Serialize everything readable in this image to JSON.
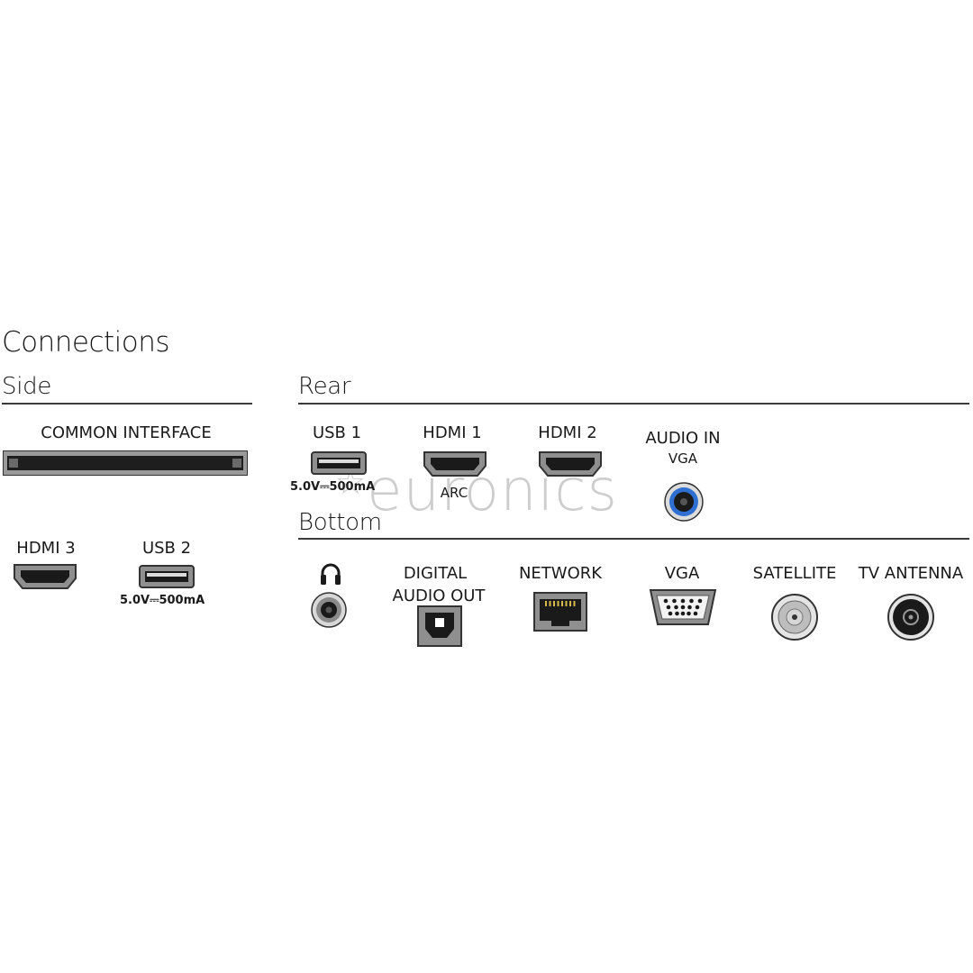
{
  "title": "Connections",
  "sections": {
    "side": "Side",
    "rear": "Rear",
    "bottom": "Bottom"
  },
  "side": {
    "common_interface": "COMMON INTERFACE",
    "hdmi3": "HDMI 3",
    "usb2": "USB 2",
    "usb2_spec": "5.0V⎓500mA"
  },
  "rear": {
    "usb1": "USB 1",
    "usb1_spec": "5.0V⎓500mA",
    "hdmi1": "HDMI 1",
    "hdmi1_sub": "ARC",
    "hdmi2": "HDMI 2",
    "audio_in": "AUDIO IN",
    "audio_in_sub": "VGA"
  },
  "bottom": {
    "digital_audio_out_line1": "DIGITAL",
    "digital_audio_out_line2": "AUDIO OUT",
    "network": "NETWORK",
    "vga": "VGA",
    "satellite": "SATELLITE",
    "tv_antenna": "TV ANTENNA"
  },
  "watermark": "euronics",
  "colors": {
    "rule": "#3a3a3a",
    "port_gray": "#8a8a8a",
    "audio_in_ring": "#2f6fd1"
  }
}
